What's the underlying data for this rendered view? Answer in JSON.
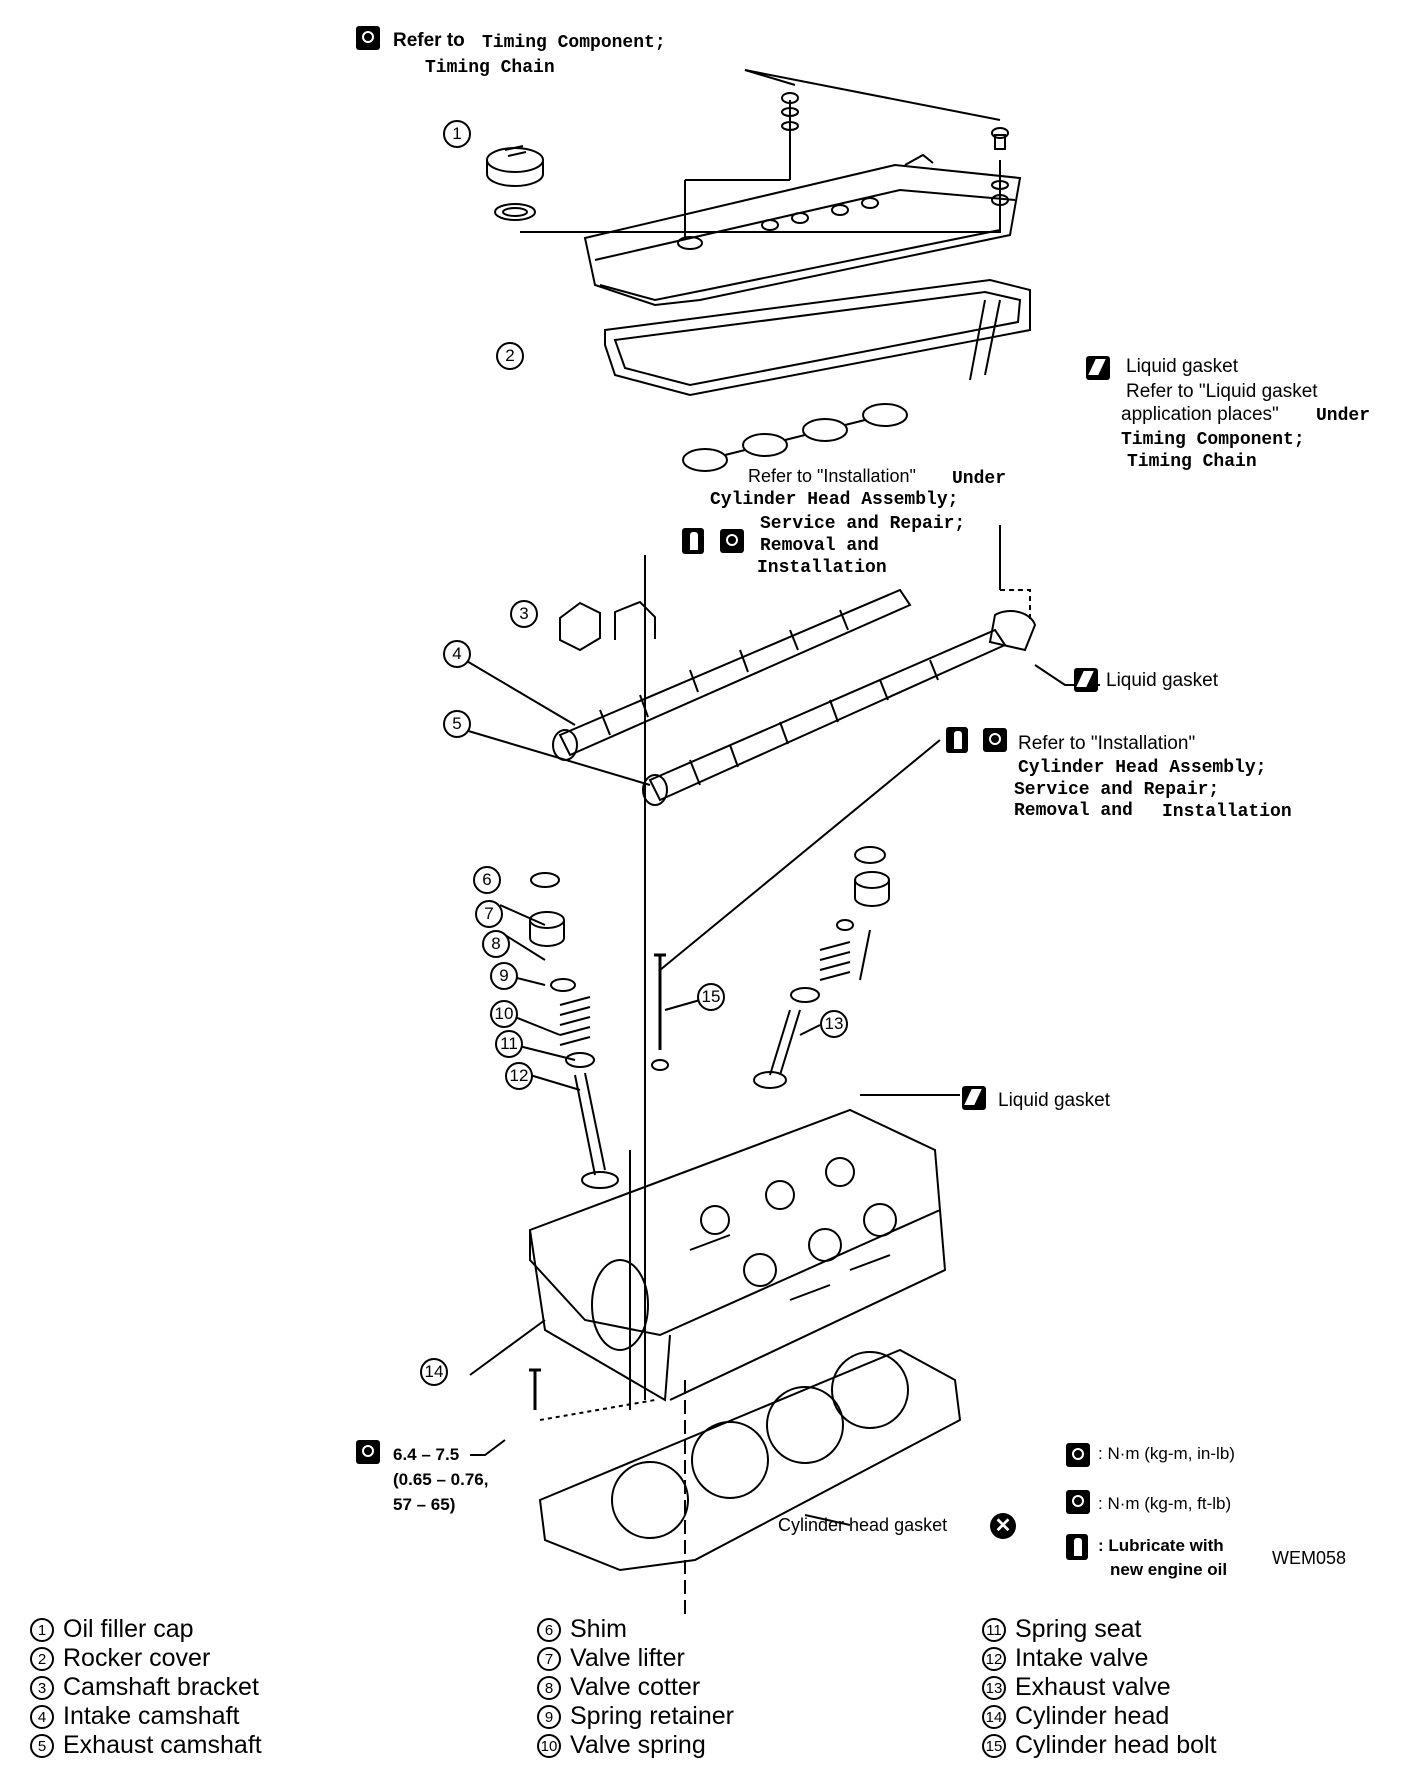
{
  "callouts": {
    "timing_ref": {
      "bold": "Refer to",
      "rest": "Timing Component;",
      "line2": "Timing Chain"
    },
    "liquid_gasket_top": {
      "l1": "Liquid gasket",
      "l2": "Refer to \"Liquid gasket",
      "l3a": "application places\"",
      "l3b": "Under",
      "l4": "Timing Component;",
      "l5": "Timing Chain"
    },
    "install_ref_1": {
      "l1a": "Refer to \"Installation\"",
      "l1b": "Under",
      "l2": "Cylinder Head Assembly;",
      "l3": "Service and Repair;",
      "l4": "Removal and",
      "l5": "Installation"
    },
    "liquid_gasket_mid": "Liquid gasket",
    "install_ref_2": {
      "l1": "Refer to \"Installation\"",
      "l2": "Cylinder Head Assembly;",
      "l3": "Service and Repair;",
      "l4a": "Removal and",
      "l4b": "Installation"
    },
    "liquid_gasket_low": "Liquid gasket",
    "torque": {
      "l1": "6.4 – 7.5",
      "l2": "(0.65 – 0.76,",
      "l3": "57 – 65)"
    },
    "head_gasket": "Cylinder head gasket"
  },
  "symbols_key": {
    "inlb": ": N·m (kg-m, in-lb)",
    "ftlb": ": N·m (kg-m, ft-lb)",
    "lube1": ": Lubricate with",
    "lube2": "new engine oil"
  },
  "figure_code": "WEM058",
  "part_numbers": [
    "1",
    "2",
    "3",
    "4",
    "5",
    "6",
    "7",
    "8",
    "9",
    "10",
    "11",
    "12",
    "13",
    "14",
    "15"
  ],
  "legend": [
    {
      "num": "1",
      "label": "Oil filler cap"
    },
    {
      "num": "2",
      "label": "Rocker cover"
    },
    {
      "num": "3",
      "label": "Camshaft bracket"
    },
    {
      "num": "4",
      "label": "Intake camshaft"
    },
    {
      "num": "5",
      "label": "Exhaust camshaft"
    },
    {
      "num": "6",
      "label": "Shim"
    },
    {
      "num": "7",
      "label": "Valve lifter"
    },
    {
      "num": "8",
      "label": "Valve cotter"
    },
    {
      "num": "9",
      "label": "Spring retainer"
    },
    {
      "num": "10",
      "label": "Valve spring"
    },
    {
      "num": "11",
      "label": "Spring seat"
    },
    {
      "num": "12",
      "label": "Intake valve"
    },
    {
      "num": "13",
      "label": "Exhaust valve"
    },
    {
      "num": "14",
      "label": "Cylinder head"
    },
    {
      "num": "15",
      "label": "Cylinder head bolt"
    }
  ]
}
